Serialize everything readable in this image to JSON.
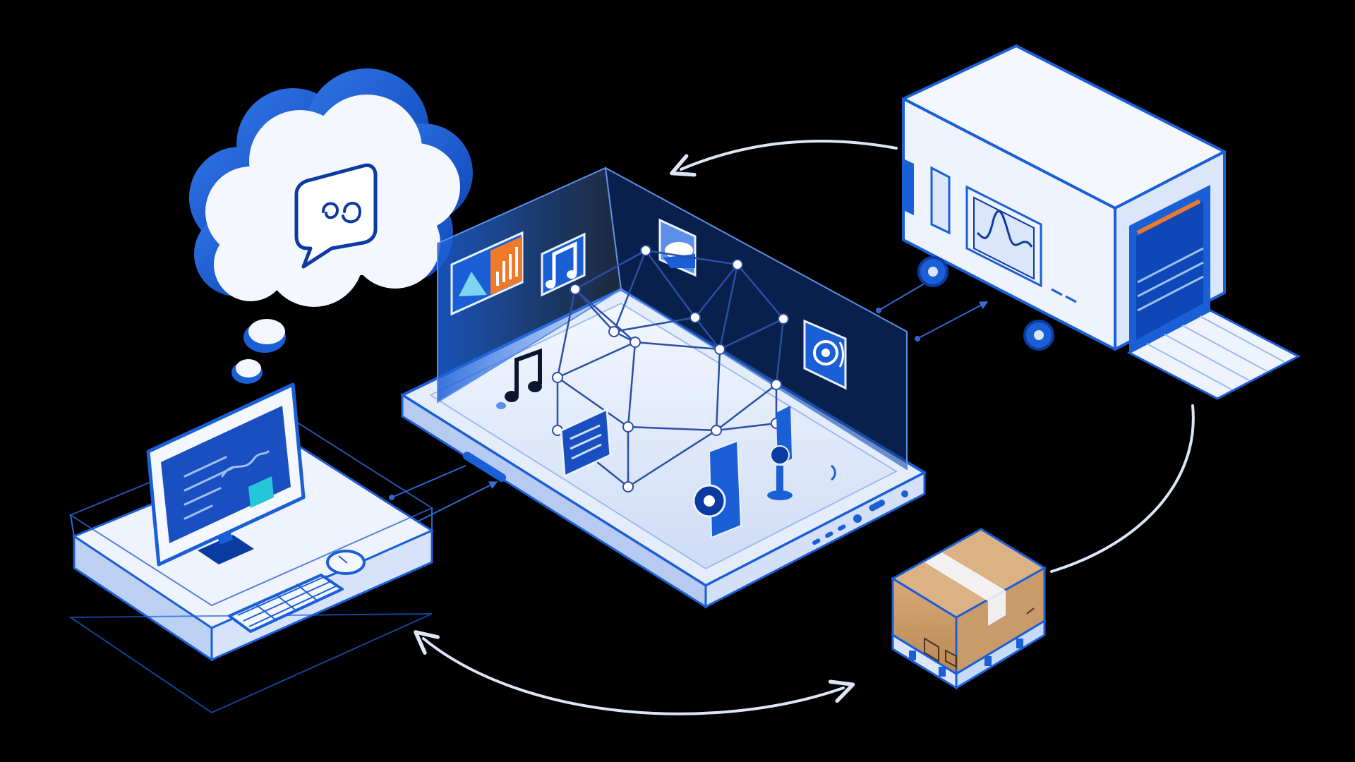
{
  "colors": {
    "background": "#000000",
    "primary_blue": "#1a5fd6",
    "deep_blue": "#0b3aa0",
    "pale_blue": "#dfe9fb",
    "white": "#ffffff",
    "orange": "#f07a2a",
    "cardboard": "#c99a6a",
    "arrow": "#dce6f7"
  },
  "nodes": [
    {
      "id": "thought-cloud",
      "icon": "chat-bubble-icon"
    },
    {
      "id": "workstation",
      "icon": "desktop-computer-icon"
    },
    {
      "id": "central-platform",
      "icon": "network-mesh-icon"
    },
    {
      "id": "delivery-truck",
      "icon": "truck-icon"
    },
    {
      "id": "shipping-box",
      "icon": "cardboard-box-icon"
    }
  ],
  "platform_media_icons": [
    "image-chart-icon",
    "music-note-icon",
    "cloud-tile-icon",
    "speaker-tile-icon",
    "document-icon",
    "speaker-icon"
  ],
  "flows": [
    {
      "from": "delivery-truck",
      "to": "central-platform"
    },
    {
      "from": "delivery-truck",
      "to": "shipping-box"
    },
    {
      "from": "shipping-box",
      "to": "workstation"
    },
    {
      "from": "workstation",
      "to": "shipping-box"
    },
    {
      "from": "workstation",
      "to": "central-platform"
    }
  ]
}
